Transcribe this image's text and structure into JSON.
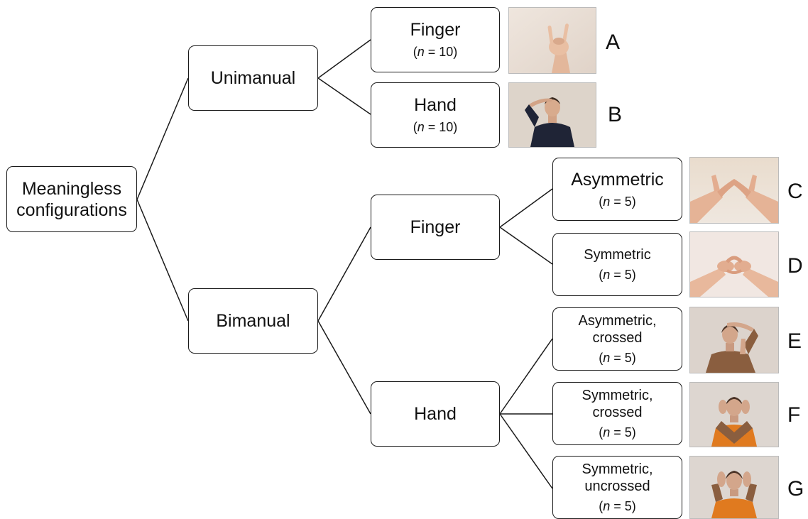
{
  "diagram": {
    "root": {
      "label": "Meaningless\nconfigurations"
    },
    "unimanual": {
      "label": "Unimanual",
      "finger": {
        "label": "Finger",
        "count": "10"
      },
      "hand": {
        "label": "Hand",
        "count": "10"
      }
    },
    "bimanual": {
      "label": "Bimanual",
      "finger": {
        "label": "Finger",
        "asymmetric": {
          "label": "Asymmetric",
          "count": "5"
        },
        "symmetric": {
          "label": "Symmetric",
          "count": "5"
        }
      },
      "hand": {
        "label": "Hand",
        "asym_crossed": {
          "label": "Asymmetric,\ncrossed",
          "count": "5"
        },
        "sym_crossed": {
          "label": "Symmetric,\ncrossed",
          "count": "5"
        },
        "sym_uncrossed": {
          "label": "Symmetric,\nuncrossed",
          "count": "5"
        }
      }
    },
    "count_symbol": "n",
    "count_template": "= ",
    "panels": [
      {
        "letter": "A",
        "photo": "single-hand-finger-gesture"
      },
      {
        "letter": "B",
        "photo": "man-hand-on-head"
      },
      {
        "letter": "C",
        "photo": "two-hands-asymmetric-fingers"
      },
      {
        "letter": "D",
        "photo": "two-hands-symmetric-fingers"
      },
      {
        "letter": "E",
        "photo": "woman-asymmetric-crossed-hands"
      },
      {
        "letter": "F",
        "photo": "woman-symmetric-crossed-hands"
      },
      {
        "letter": "G",
        "photo": "woman-symmetric-uncrossed-hands"
      }
    ]
  }
}
